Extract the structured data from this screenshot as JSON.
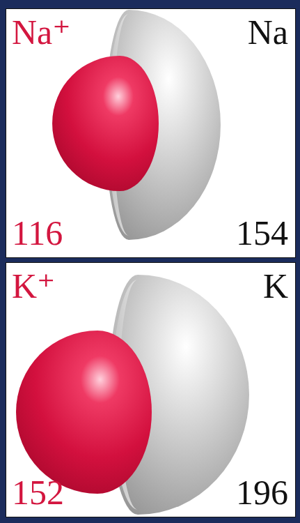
{
  "diagram": {
    "nodes": [
      {
        "text": [
          "Na⁺",
          "Na",
          "116",
          "154"
        ]
      },
      {
        "text": [
          "K⁺",
          "K",
          "152",
          "196"
        ]
      }
    ]
  }
}
